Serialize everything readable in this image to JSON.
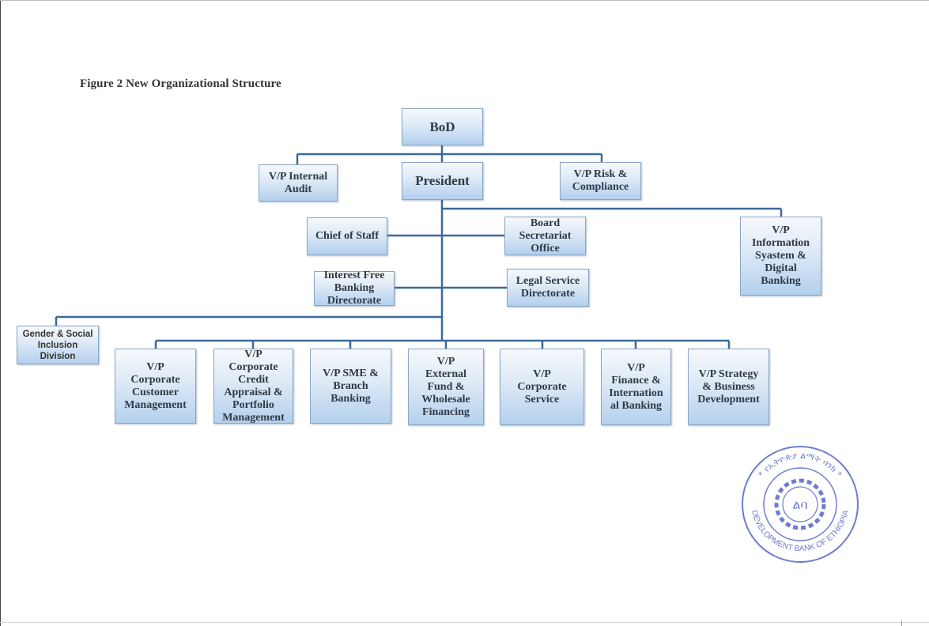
{
  "figure": {
    "title": "Figure 2  New Organizational Structure"
  },
  "colors": {
    "connector": "#3b6a9a",
    "box_top": "#f6f9fc",
    "box_bottom": "#b3d0ee",
    "text": "#2f3a46",
    "stamp": "#5566c8"
  },
  "nodes": {
    "bod": "BoD",
    "vp_internal_audit": "V/P Internal\nAudit",
    "president": "President",
    "vp_risk": "V/P Risk &\nCompliance",
    "chief_of_staff": "Chief of Staff",
    "board_secretariat": "Board\nSecretariat\nOffice",
    "vp_info_systems": "V/P\nInformation\nSyastem &\nDigital\nBanking",
    "interest_free": "Interest Free\nBanking\nDirectorate",
    "legal_service": "Legal Service\nDirectorate",
    "gender_social": "Gender & Social\nInclusion\nDivision",
    "vp_corporate_customer": "V/P\nCorporate\nCustomer\nManagement",
    "vp_corporate_credit": "V/P\nCorporate\nCredit\nAppraisal &\nPortfolio\nManagement",
    "vp_sme": "V/P SME &\nBranch\nBanking",
    "vp_external_fund": "V/P\nExternal\nFund &\nWholesale\nFinancing",
    "vp_corporate_service": "V/P\nCorporate\nService",
    "vp_finance": "V/P\nFinance &\nInternation\nal Banking",
    "vp_strategy": "V/P Strategy\n& Business\nDevelopment"
  },
  "stamp": {
    "outer_text_top": "* የኢትዮጵያ ልማት ባንክ *",
    "outer_text_bottom": "DEVELOPMENT BANK OF ETHIOPIA",
    "logo_text": "ልባ"
  }
}
